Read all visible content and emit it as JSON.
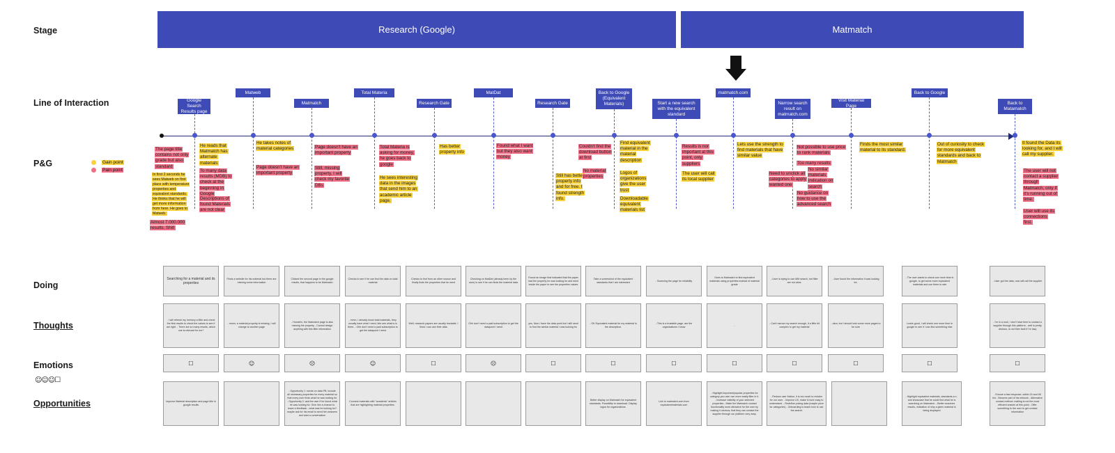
{
  "rows": {
    "stage": "Stage",
    "line": "Line of Interaction",
    "pg": "P&G",
    "doing": "Doing",
    "thoughts": "Thoughts",
    "emotions": "Emotions",
    "opportunities": "Opportunities"
  },
  "stages": [
    "Research  (Google)",
    "Matmatch"
  ],
  "legend": {
    "gain": "Gain point",
    "pain": "Pain point",
    "gain_color": "#f7d23a",
    "pain_color": "#ef6f86"
  },
  "emotion_legend": "☺☺☺☐",
  "touchpoints": [
    "Google Search Results page",
    "Matweb",
    "Matmatch",
    "Total Materia",
    "Research Gate",
    "MatDat",
    "Research Gate",
    "Back to Google (Equivalent Materials)",
    "Start a new search with the equivalent standard",
    "matmatch.com",
    "Narrow search result on matmatch.com",
    "Visit Material Page",
    "Back to Google",
    "Back to Matamatch"
  ],
  "notes": [
    "The page title contains not only grade but also standard",
    "In first 2 seconds he sees Matweb on first place with temperature properties and equivalent standards. He thinks that he will get more information from here. He goes to Matweb.",
    "Almost 7.000.000 results. Shit!",
    "He reads that Matmatch has alternate materials",
    "To many data results (MDB) to check at the beginning in Google",
    "Descriptions of found Materials are not clear",
    "He takes notes of material categories",
    "Page doesn't have an important property",
    "Page doesn't have an important property",
    "Still, missing property, I will check my favorite DBs",
    "Total Materia is asking for money, he goes back to google",
    "He sees interesting data in the images that send him to an academic article page.",
    "Has better property info",
    "Found what I want but they also want money",
    "Still has better property info and for free. I found strength info.",
    "Couldn't find the download button at first",
    "No material properties",
    "Find equivalent material in the material description",
    "Logos of organizations give the user trust",
    "Downloadable equivalent materials list",
    "Results is nor important at this point, only suppliers",
    "The user will call its local supplier",
    "Lets use the strength to find materials that have similar value",
    "Need to unclick all categories to apply wanted one",
    "Not possible to use price to rank materials",
    "Too many results",
    "No similar materials indication on search results",
    "No guidance on how to use the advanced search",
    "Finds the most similar material to its standard.",
    "Out of curiosity to check for more equivalent standards and back to Matmatch",
    "It found the Data its looking for, and I will call my supplier.",
    "The user will not contact a supplier through Matmatch, only if it's running out of time.",
    "User will use its connections first."
  ],
  "doing": [
    "Searching for a material and its properties",
    "Finds a website for his material but there are missing some information",
    "Clicked the second page in the google results, that happens to be Matmatch",
    "Checks to see if he can find the data on total material",
    "Checks to find from an other source and finally finds the properties that he need",
    "Checking on MatDat (already been by the user) to see if he can finds the material data",
    "Found an image that indicated that the paper had the property he was looking for and went inside the paper to see the properties values",
    "Take a screenshot of the equivalent standards that I am interested",
    "- Scanning the page for reliability",
    "Goes to Matmatch to find equivalent materials using properties instead of material grade",
    "- User is trying to use MM search, but filter are not clear.",
    "- User found the information it was looking for.",
    "- The user wants to check one more time in google, to get some more equivalent materials and use them to rate",
    "- User got the data, now will call the supplier"
  ],
  "thoughts": [
    "- I will refresh my memory a little and check the first results to check the values to see if am right. - There are so many results, which one is relevant for me?",
    "- mmm, a material property is missing, I will change to another page",
    "- Hurrah!n, the Matmatch page is also missing the property - Cannot design anything with this little information",
    "- hmm, I already know total materials, they usually have what I need, lets see what is in there. - Ohh don't need a paid subscription to get the datapoint I need",
    "Well, research papers are usually trustable, I think I can use their data",
    "Ohh don't need a paid subscription to get the datapoint I need",
    "yes, Now I have the data point but I still need to find the similar material I was looking for",
    "- OK Equivalent material for my material in the description.",
    "- This is a trustable page, are the organizations I know",
    "-",
    "- Can't narrow my search enough, it a little bit complex to get my material",
    "- okra, but I should look some more pages to be sure",
    "Looks good, I will check one more time in google to see if I can find something else",
    "- I'm in a rush, I don't have time to contact a supplier through this platform - well is pretty obvious, is not their fault if I'm lazy"
  ],
  "emotions": [
    "☐",
    "☺",
    "☹",
    "☺",
    "☐",
    "☹",
    "☐",
    "☐",
    "☐",
    "☐",
    "☐",
    "☐",
    "☐",
    "☐"
  ],
  "opportunities": [
    "Improve Material description and page title in google results",
    "",
    "- Opportunity 1: seeds on data PB, include all necessary properties for every material so that every user finds what he was looking for - Opportunity 2: ask the user if he found what he was looking for. Give him a chance to leave a feedback - what was he looking for? maybe ask for his email to send him answers and start a conversation",
    "Connect materials with \"academic\" articles that are highlighting material properties.",
    "",
    "",
    "",
    "Better display on Matmatch for equivalent standards. Possibility to download. Display logos for organizations.",
    "Link to matmatch.com from equivalentmaterials.com",
    "- Highlight important/popular properties for category you user can more easily filter in it. - Increase visibility of your selected properties - Make the Matmatch contact functionality more attractive for the user by making it obvious, that they can contact the supplier through our platform very easy.",
    "- Reduce user friction, it is too much to reclaim for our user. - Improve UX, make it more easy to understand. - Redefine pricing data (maybe price for categories) - Onboarding to teach how to use the search",
    "",
    "- Highlight equivalent materials, standards a.n.. and showcase that he could find what he is searching on Matmatch. - Better searches results, indication of why a given material is being displayed",
    "- Ensure a fast response, within 24 and 48 hrs - Become part of his network - Alternative contact method: mailing is not the most efficient answer at this point - Offer something to the user to get contact information"
  ]
}
